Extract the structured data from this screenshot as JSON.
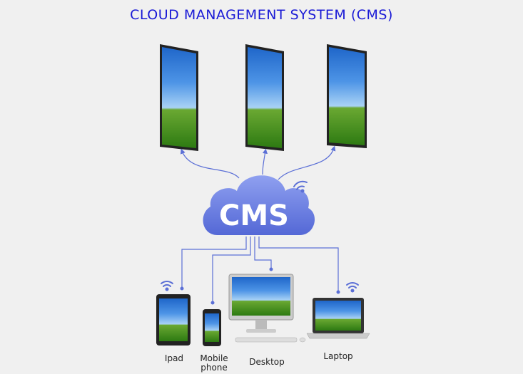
{
  "title": "CLOUD MANAGEMENT SYSTEM (CMS)",
  "cloud": {
    "label": "CMS",
    "color": "#6a7ee6"
  },
  "line_color": "#5b6fd6",
  "devices": {
    "ipad": "Ipad",
    "mobile_line1": "Mobile",
    "mobile_line2": "phone",
    "desktop": "Desktop",
    "laptop": "Laptop"
  },
  "icons": [
    "wifi-icon",
    "display-screen-icon",
    "cloud-icon",
    "tablet-icon",
    "phone-icon",
    "monitor-icon",
    "laptop-icon"
  ]
}
